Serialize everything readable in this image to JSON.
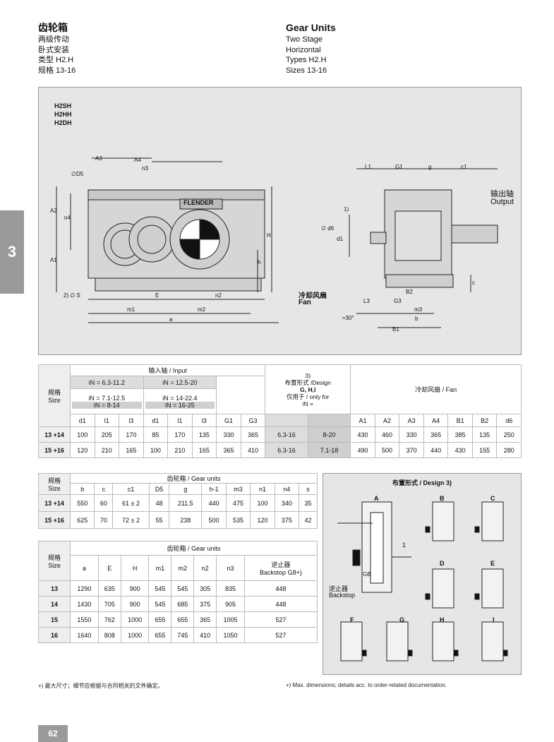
{
  "header": {
    "cn_title": "齿轮箱",
    "cn_lines": [
      "两级传动",
      "卧式安装",
      "类型 H2.H",
      "规格 13-16"
    ],
    "en_title": "Gear Units",
    "en_lines": [
      "Two Stage",
      "Horizontal",
      "Types H2.H",
      "Sizes 13-16"
    ]
  },
  "side_tab": "3",
  "drawing": {
    "variants": [
      "H2SH",
      "H2HH",
      "H2DH"
    ],
    "brand": "FLENDER",
    "labels": {
      "output_cn": "输出轴",
      "output_en": "Output",
      "fan_cn": "冷却风扇",
      "fan_en": "Fan",
      "A3": "A3",
      "A4": "A4",
      "n3": "n3",
      "D5": "∅D5",
      "A2": "A2",
      "n4": "n4",
      "A1": "A1",
      "S": "2) ∅ S",
      "E": "E",
      "n2": "n2",
      "m1": "m1",
      "m2": "m2",
      "a": "a",
      "H": "H",
      "h": "h",
      "L1": "L1",
      "G1": "G1",
      "g": "g",
      "c1": "c1",
      "one": "1)",
      "d6": "∅ d6",
      "d1": "d1",
      "B2": "B2",
      "L3": "L3",
      "G3": "G3",
      "m3": "m3",
      "b": "b",
      "B1": "B1",
      "c": "c",
      "angle": "≈30°"
    }
  },
  "table1": {
    "size_label_cn": "规格",
    "size_label_en": "Size",
    "input_title": "输入轴 / Input",
    "ratios": [
      "iN = 6.3-11.2",
      "iN = 12.5-20",
      "iN = 7.1-12.5",
      "iN = 14-22.4",
      "iN = 8-14",
      "iN = 16-25"
    ],
    "design_note": [
      "3)",
      "布置形式 /Design",
      "G, H,I",
      "仅用于 / only for",
      "iN ="
    ],
    "fan_title": "冷却风扇 / Fan",
    "cols": [
      "d1",
      "l1",
      "l3",
      "d1",
      "l1",
      "l3",
      "G1",
      "G3",
      "",
      "",
      "A1",
      "A2",
      "A3",
      "A4",
      "B1",
      "B2",
      "d6"
    ],
    "rows": [
      {
        "size": "13 +14",
        "v": [
          "100",
          "205",
          "170",
          "85",
          "170",
          "135",
          "330",
          "365",
          "6.3-16",
          "8-20",
          "430",
          "460",
          "330",
          "365",
          "385",
          "135",
          "250"
        ]
      },
      {
        "size": "15 +16",
        "v": [
          "120",
          "210",
          "165",
          "100",
          "210",
          "165",
          "365",
          "410",
          "6.3-16",
          "7.1-18",
          "490",
          "500",
          "370",
          "440",
          "430",
          "155",
          "280"
        ]
      }
    ]
  },
  "table2": {
    "size_cn": "规格",
    "size_en": "Size",
    "title": "齿轮箱 / Gear units",
    "cols": [
      "b",
      "c",
      "c1",
      "D5",
      "g",
      "h-1",
      "m3",
      "n1",
      "n4",
      "s"
    ],
    "rows": [
      {
        "size": "13 +14",
        "v": [
          "550",
          "60",
          "61 ± 2",
          "48",
          "211.5",
          "440",
          "475",
          "100",
          "340",
          "35"
        ]
      },
      {
        "size": "15 +16",
        "v": [
          "625",
          "70",
          "72 ± 2",
          "55",
          "238",
          "500",
          "535",
          "120",
          "375",
          "42"
        ]
      }
    ]
  },
  "table3": {
    "size_cn": "规格",
    "size_en": "Size",
    "title": "齿轮箱 / Gear units",
    "cols": [
      "a",
      "E",
      "H",
      "m1",
      "m2",
      "n2",
      "n3"
    ],
    "backstop_cn": "逆止器",
    "backstop_en": "Backstop G8+)",
    "rows": [
      {
        "size": "13",
        "v": [
          "1290",
          "635",
          "900",
          "545",
          "545",
          "305",
          "835",
          "448"
        ]
      },
      {
        "size": "14",
        "v": [
          "1430",
          "705",
          "900",
          "545",
          "685",
          "375",
          "905",
          "448"
        ]
      },
      {
        "size": "15",
        "v": [
          "1550",
          "762",
          "1000",
          "655",
          "655",
          "365",
          "1005",
          "527"
        ]
      },
      {
        "size": "16",
        "v": [
          "1640",
          "808",
          "1000",
          "655",
          "745",
          "410",
          "1050",
          "527"
        ]
      }
    ]
  },
  "design_panel": {
    "title": "布置形式 / Design 3)",
    "letters": [
      "A",
      "B",
      "C",
      "D",
      "E",
      "F",
      "G",
      "H",
      "I"
    ],
    "backstop_cn": "逆止器",
    "backstop_en": "Backstop",
    "gb": "GB",
    "one": "1"
  },
  "footnotes": {
    "cn": "+) 最大尺寸；细节应根据与合同相关的文件确定。",
    "en": "+) Max. dimensions; details acc. to order-related documentation."
  },
  "page_number": "62"
}
